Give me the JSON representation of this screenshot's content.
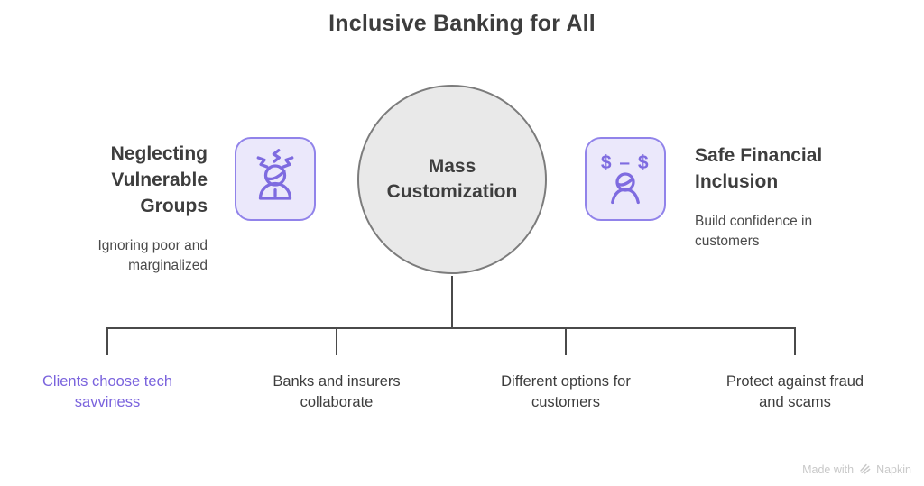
{
  "title": "Inclusive Banking for All",
  "center": {
    "label": "Mass Customization"
  },
  "left_item": {
    "heading": "Neglecting Vulnerable Groups",
    "description": "Ignoring poor and marginalized",
    "icon": "stressed-person-icon"
  },
  "right_item": {
    "heading": "Safe Financial Inclusion",
    "description": "Build confidence in customers",
    "icon": "dollar-transfer-person-icon",
    "icon_glyph": "$ – $"
  },
  "branches": [
    {
      "label": "Clients choose tech savviness",
      "highlighted": true,
      "color": "#7a63dd"
    },
    {
      "label": "Banks and insurers collaborate",
      "highlighted": false,
      "color": "#3d3d3d"
    },
    {
      "label": "Different options for customers",
      "highlighted": false,
      "color": "#3d3d3d"
    },
    {
      "label": "Protect against fraud and scams",
      "highlighted": false,
      "color": "#3d3d3d"
    }
  ],
  "watermark": {
    "prefix": "Made with",
    "brand": "Napkin"
  },
  "colors": {
    "accent_purple": "#7a63dd",
    "icon_card_fill": "#ebe8fb",
    "icon_card_border": "#9183ea",
    "icon_stroke": "#7e6be0",
    "circle_fill": "#e9e9e9",
    "circle_border": "#7c7c7c",
    "line": "#4a4a4a",
    "text_dark": "#3d3d3d",
    "watermark": "#c9c9c9"
  }
}
